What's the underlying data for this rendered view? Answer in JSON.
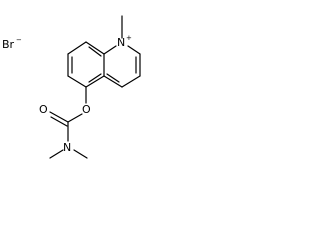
{
  "molecule": {
    "counterion": {
      "element": "Br",
      "charge": "−"
    },
    "ring_nitrogen": {
      "element": "N",
      "charge": "+"
    },
    "ester_oxygen": "O",
    "carbonyl_oxygen": "O",
    "amide_nitrogen": "N"
  },
  "colors": {
    "bond": "#000000",
    "background": "#ffffff"
  }
}
